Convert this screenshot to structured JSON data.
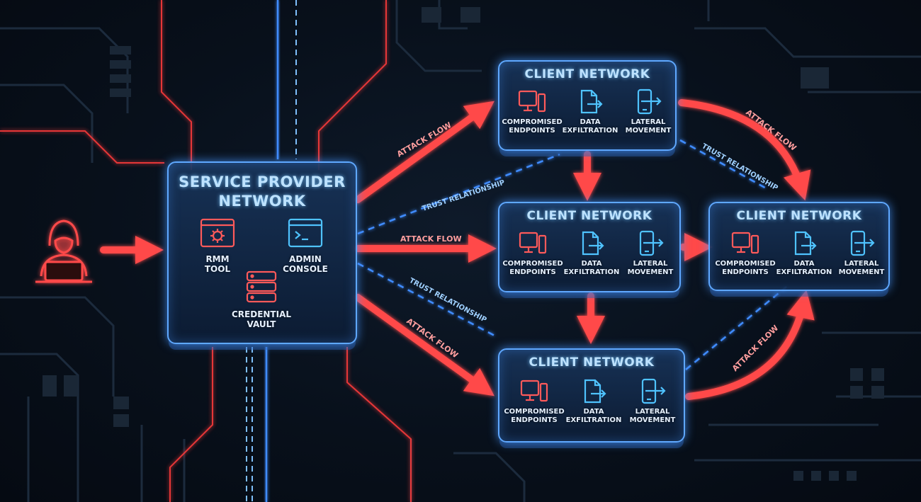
{
  "colors": {
    "attack": "#ff4a4a",
    "trust": "#3f8cff",
    "panel_border": "#5fa8ff",
    "icon_red": "#ff5a5a",
    "icon_blue": "#4fc3ff"
  },
  "attacker": {
    "icon": "hooded-attacker-icon"
  },
  "service_provider": {
    "title": "SERVICE PROVIDER\nNETWORK",
    "items": [
      {
        "icon": "gear-window-icon",
        "label": "RMM\nTOOL"
      },
      {
        "icon": "terminal-icon",
        "label": "ADMIN\nCONSOLE"
      },
      {
        "icon": "database-icon",
        "label": "CREDENTIAL\nVAULT"
      }
    ]
  },
  "client_networks": [
    {
      "title": "CLIENT NETWORK",
      "items": [
        {
          "icon": "computer-icon",
          "label": "COMPROMISED\nENDPOINTS"
        },
        {
          "icon": "file-export-icon",
          "label": "DATA\nEXFILTRATION"
        },
        {
          "icon": "phone-arrow-icon",
          "label": "LATERAL\nMOVEMENT"
        }
      ]
    },
    {
      "title": "CLIENT NETWORK",
      "items": [
        {
          "icon": "computer-icon",
          "label": "COMPROMISED\nENDPOINTS"
        },
        {
          "icon": "file-export-icon",
          "label": "DATA\nEXFILTRATION"
        },
        {
          "icon": "phone-arrow-icon",
          "label": "LATERAL\nMOVEMENT"
        }
      ]
    },
    {
      "title": "CLIENT NETWORK",
      "items": [
        {
          "icon": "computer-icon",
          "label": "COMPROMISED\nENDPOINTS"
        },
        {
          "icon": "file-export-icon",
          "label": "DATA\nEXFILTRATION"
        },
        {
          "icon": "phone-arrow-icon",
          "label": "LATERAL\nMOVEMENT"
        }
      ]
    },
    {
      "title": "CLIENT NETWORK",
      "items": [
        {
          "icon": "computer-icon",
          "label": "COMPROMISED\nENDPOINTS"
        },
        {
          "icon": "file-export-icon",
          "label": "DATA\nEXFILTRATION"
        },
        {
          "icon": "phone-arrow-icon",
          "label": "LATERAL\nMOVEMENT"
        }
      ]
    }
  ],
  "edge_labels": {
    "attack_flow": "ATTACK FLOW",
    "trust_relationship": "TRUST RELATIONSHIP"
  }
}
